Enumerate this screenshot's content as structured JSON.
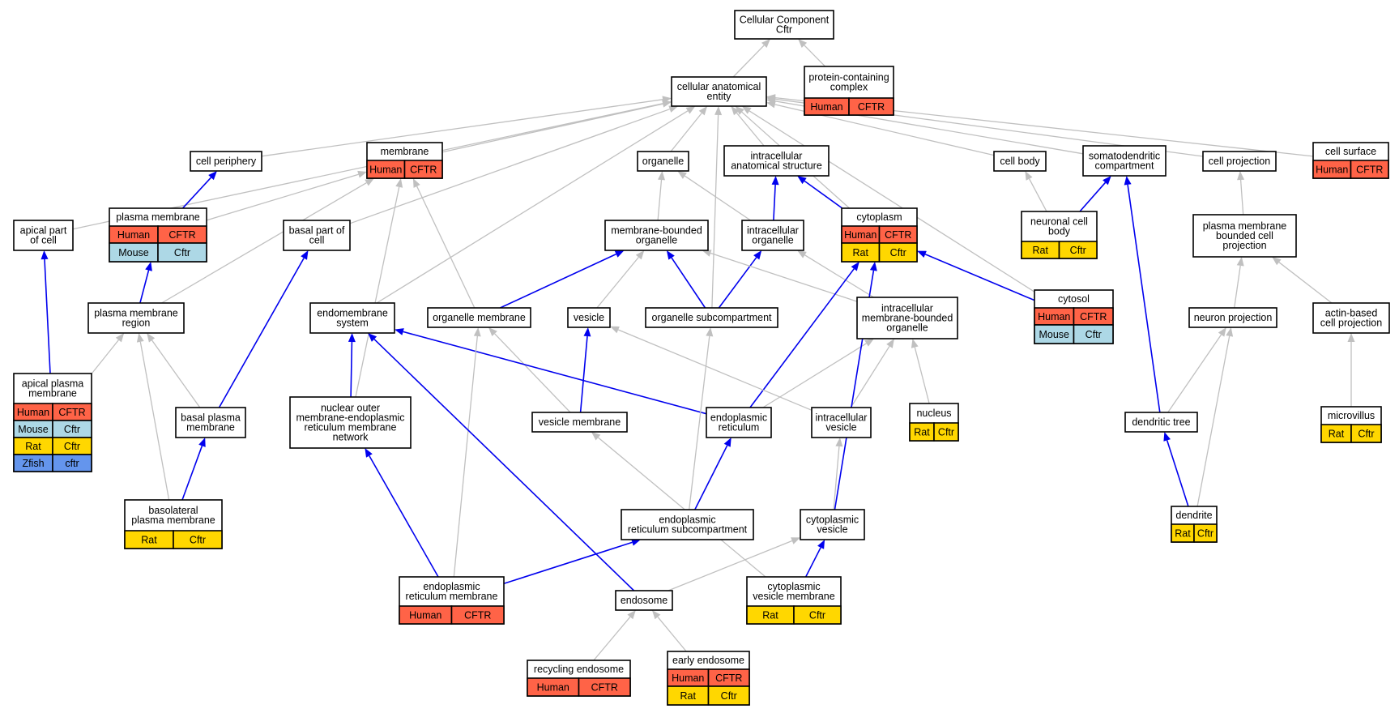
{
  "colors": {
    "Human": "#ff6347",
    "Mouse": "#add8e6",
    "Rat": "#ffd700",
    "Zfish": "#6495ed",
    "edge_gray": "#c0c0c0",
    "edge_blue": "#0000ee"
  },
  "nodes": [
    {
      "id": "root",
      "lines": [
        "Cellular Component",
        "Cftr"
      ],
      "rows": []
    },
    {
      "id": "pcc",
      "lines": [
        "protein-containing",
        "complex"
      ],
      "rows": [
        [
          "Human",
          "CFTR"
        ]
      ]
    },
    {
      "id": "cae",
      "lines": [
        "cellular anatomical",
        "entity"
      ],
      "rows": []
    },
    {
      "id": "cellperiph",
      "lines": [
        "cell periphery"
      ],
      "rows": []
    },
    {
      "id": "membrane",
      "lines": [
        "membrane"
      ],
      "rows": [
        [
          "Human",
          "CFTR"
        ]
      ]
    },
    {
      "id": "organelle",
      "lines": [
        "organelle"
      ],
      "rows": []
    },
    {
      "id": "ias",
      "lines": [
        "intracellular",
        "anatomical structure"
      ],
      "rows": []
    },
    {
      "id": "cellbody",
      "lines": [
        "cell body"
      ],
      "rows": []
    },
    {
      "id": "somato",
      "lines": [
        "somatodendritic",
        "compartment"
      ],
      "rows": []
    },
    {
      "id": "cellproj",
      "lines": [
        "cell projection"
      ],
      "rows": []
    },
    {
      "id": "cellsurf",
      "lines": [
        "cell surface"
      ],
      "rows": [
        [
          "Human",
          "CFTR"
        ]
      ]
    },
    {
      "id": "apicalpart",
      "lines": [
        "apical part",
        "of cell"
      ],
      "rows": []
    },
    {
      "id": "pm",
      "lines": [
        "plasma membrane"
      ],
      "rows": [
        [
          "Human",
          "CFTR"
        ],
        [
          "Mouse",
          "Cftr"
        ]
      ]
    },
    {
      "id": "basalpart",
      "lines": [
        "basal part of",
        "cell"
      ],
      "rows": []
    },
    {
      "id": "mbo",
      "lines": [
        "membrane-bounded",
        "organelle"
      ],
      "rows": []
    },
    {
      "id": "io",
      "lines": [
        "intracellular",
        "organelle"
      ],
      "rows": []
    },
    {
      "id": "cytoplasm",
      "lines": [
        "cytoplasm"
      ],
      "rows": [
        [
          "Human",
          "CFTR"
        ],
        [
          "Rat",
          "Cftr"
        ]
      ]
    },
    {
      "id": "ncb",
      "lines": [
        "neuronal cell",
        "body"
      ],
      "rows": [
        [
          "Rat",
          "Cftr"
        ]
      ]
    },
    {
      "id": "pmbcp",
      "lines": [
        "plasma membrane",
        "bounded cell",
        "projection"
      ],
      "rows": []
    },
    {
      "id": "pmr",
      "lines": [
        "plasma membrane",
        "region"
      ],
      "rows": []
    },
    {
      "id": "endosys",
      "lines": [
        "endomembrane",
        "system"
      ],
      "rows": []
    },
    {
      "id": "orgmem",
      "lines": [
        "organelle membrane"
      ],
      "rows": []
    },
    {
      "id": "vesicle",
      "lines": [
        "vesicle"
      ],
      "rows": []
    },
    {
      "id": "orgsub",
      "lines": [
        "organelle subcompartment"
      ],
      "rows": []
    },
    {
      "id": "imbo",
      "lines": [
        "intracellular",
        "membrane-bounded",
        "organelle"
      ],
      "rows": []
    },
    {
      "id": "cytosol",
      "lines": [
        "cytosol"
      ],
      "rows": [
        [
          "Human",
          "CFTR"
        ],
        [
          "Mouse",
          "Cftr"
        ]
      ]
    },
    {
      "id": "neuronproj",
      "lines": [
        "neuron projection"
      ],
      "rows": []
    },
    {
      "id": "actin",
      "lines": [
        "actin-based",
        "cell projection"
      ],
      "rows": []
    },
    {
      "id": "apm",
      "lines": [
        "apical plasma",
        "membrane"
      ],
      "rows": [
        [
          "Human",
          "CFTR"
        ],
        [
          "Mouse",
          "Cftr"
        ],
        [
          "Rat",
          "Cftr"
        ],
        [
          "Zfish",
          "cftr"
        ]
      ]
    },
    {
      "id": "bpm",
      "lines": [
        "basal plasma",
        "membrane"
      ],
      "rows": []
    },
    {
      "id": "nom",
      "lines": [
        "nuclear outer",
        "membrane-endoplasmic",
        "reticulum membrane",
        "network"
      ],
      "rows": []
    },
    {
      "id": "vesmem",
      "lines": [
        "vesicle membrane"
      ],
      "rows": []
    },
    {
      "id": "er",
      "lines": [
        "endoplasmic",
        "reticulum"
      ],
      "rows": []
    },
    {
      "id": "iv",
      "lines": [
        "intracellular",
        "vesicle"
      ],
      "rows": []
    },
    {
      "id": "nucleus",
      "lines": [
        "nucleus"
      ],
      "rows": [
        [
          "Rat",
          "Cftr"
        ]
      ]
    },
    {
      "id": "dendtree",
      "lines": [
        "dendritic tree"
      ],
      "rows": []
    },
    {
      "id": "microvillus",
      "lines": [
        "microvillus"
      ],
      "rows": [
        [
          "Rat",
          "Cftr"
        ]
      ]
    },
    {
      "id": "blpm",
      "lines": [
        "basolateral",
        "plasma membrane"
      ],
      "rows": [
        [
          "Rat",
          "Cftr"
        ]
      ]
    },
    {
      "id": "ersub",
      "lines": [
        "endoplasmic",
        "reticulum subcompartment"
      ],
      "rows": []
    },
    {
      "id": "cytves",
      "lines": [
        "cytoplasmic",
        "vesicle"
      ],
      "rows": []
    },
    {
      "id": "dendrite",
      "lines": [
        "dendrite"
      ],
      "rows": [
        [
          "Rat",
          "Cftr"
        ]
      ]
    },
    {
      "id": "ermem",
      "lines": [
        "endoplasmic",
        "reticulum membrane"
      ],
      "rows": [
        [
          "Human",
          "CFTR"
        ]
      ]
    },
    {
      "id": "endosome",
      "lines": [
        "endosome"
      ],
      "rows": []
    },
    {
      "id": "cvm",
      "lines": [
        "cytoplasmic",
        "vesicle membrane"
      ],
      "rows": [
        [
          "Rat",
          "Cftr"
        ]
      ]
    },
    {
      "id": "recycling",
      "lines": [
        "recycling endosome"
      ],
      "rows": [
        [
          "Human",
          "CFTR"
        ]
      ]
    },
    {
      "id": "early",
      "lines": [
        "early endosome"
      ],
      "rows": [
        [
          "Human",
          "CFTR"
        ],
        [
          "Rat",
          "Cftr"
        ]
      ]
    }
  ],
  "edges": [
    {
      "from": "cae",
      "to": "root",
      "kind": "is_a"
    },
    {
      "from": "pcc",
      "to": "root",
      "kind": "is_a"
    },
    {
      "from": "cellperiph",
      "to": "cae",
      "kind": "is_a"
    },
    {
      "from": "membrane",
      "to": "cae",
      "kind": "is_a"
    },
    {
      "from": "organelle",
      "to": "cae",
      "kind": "is_a"
    },
    {
      "from": "ias",
      "to": "cae",
      "kind": "is_a"
    },
    {
      "from": "cellbody",
      "to": "cae",
      "kind": "is_a"
    },
    {
      "from": "somato",
      "to": "cae",
      "kind": "is_a"
    },
    {
      "from": "cellproj",
      "to": "cae",
      "kind": "is_a"
    },
    {
      "from": "cellsurf",
      "to": "cae",
      "kind": "is_a"
    },
    {
      "from": "apicalpart",
      "to": "cae",
      "kind": "is_a"
    },
    {
      "from": "basalpart",
      "to": "cae",
      "kind": "is_a"
    },
    {
      "from": "cytoplasm",
      "to": "cae",
      "kind": "is_a"
    },
    {
      "from": "endosys",
      "to": "cae",
      "kind": "is_a"
    },
    {
      "from": "orgsub",
      "to": "cae",
      "kind": "is_a"
    },
    {
      "from": "cytosol",
      "to": "cae",
      "kind": "is_a"
    },
    {
      "from": "pm",
      "to": "cellperiph",
      "kind": "part_of"
    },
    {
      "from": "pm",
      "to": "membrane",
      "kind": "is_a"
    },
    {
      "from": "mbo",
      "to": "organelle",
      "kind": "is_a"
    },
    {
      "from": "io",
      "to": "organelle",
      "kind": "is_a"
    },
    {
      "from": "io",
      "to": "ias",
      "kind": "part_of"
    },
    {
      "from": "cytoplasm",
      "to": "ias",
      "kind": "part_of"
    },
    {
      "from": "ncb",
      "to": "cellbody",
      "kind": "is_a"
    },
    {
      "from": "ncb",
      "to": "somato",
      "kind": "part_of"
    },
    {
      "from": "pmbcp",
      "to": "cellproj",
      "kind": "is_a"
    },
    {
      "from": "apm",
      "to": "apicalpart",
      "kind": "part_of"
    },
    {
      "from": "pmr",
      "to": "pm",
      "kind": "part_of"
    },
    {
      "from": "pmr",
      "to": "membrane",
      "kind": "is_a"
    },
    {
      "from": "bpm",
      "to": "basalpart",
      "kind": "part_of"
    },
    {
      "from": "orgmem",
      "to": "membrane",
      "kind": "is_a"
    },
    {
      "from": "orgmem",
      "to": "mbo",
      "kind": "part_of"
    },
    {
      "from": "vesicle",
      "to": "mbo",
      "kind": "is_a"
    },
    {
      "from": "orgsub",
      "to": "mbo",
      "kind": "part_of"
    },
    {
      "from": "orgsub",
      "to": "io",
      "kind": "part_of"
    },
    {
      "from": "imbo",
      "to": "mbo",
      "kind": "is_a"
    },
    {
      "from": "imbo",
      "to": "io",
      "kind": "is_a"
    },
    {
      "from": "cytosol",
      "to": "cytoplasm",
      "kind": "part_of"
    },
    {
      "from": "neuronproj",
      "to": "pmbcp",
      "kind": "is_a"
    },
    {
      "from": "actin",
      "to": "pmbcp",
      "kind": "is_a"
    },
    {
      "from": "apm",
      "to": "pmr",
      "kind": "is_a"
    },
    {
      "from": "bpm",
      "to": "pmr",
      "kind": "is_a"
    },
    {
      "from": "blpm",
      "to": "pmr",
      "kind": "is_a"
    },
    {
      "from": "blpm",
      "to": "bpm",
      "kind": "part_of"
    },
    {
      "from": "nom",
      "to": "endosys",
      "kind": "part_of"
    },
    {
      "from": "nom",
      "to": "membrane",
      "kind": "is_a"
    },
    {
      "from": "vesmem",
      "to": "orgmem",
      "kind": "is_a"
    },
    {
      "from": "vesmem",
      "to": "vesicle",
      "kind": "part_of"
    },
    {
      "from": "er",
      "to": "endosys",
      "kind": "part_of"
    },
    {
      "from": "er",
      "to": "imbo",
      "kind": "is_a"
    },
    {
      "from": "er",
      "to": "cytoplasm",
      "kind": "part_of"
    },
    {
      "from": "iv",
      "to": "vesicle",
      "kind": "is_a"
    },
    {
      "from": "iv",
      "to": "imbo",
      "kind": "is_a"
    },
    {
      "from": "nucleus",
      "to": "imbo",
      "kind": "is_a"
    },
    {
      "from": "dendtree",
      "to": "somato",
      "kind": "part_of"
    },
    {
      "from": "dendtree",
      "to": "neuronproj",
      "kind": "is_a"
    },
    {
      "from": "microvillus",
      "to": "actin",
      "kind": "is_a"
    },
    {
      "from": "ersub",
      "to": "orgsub",
      "kind": "is_a"
    },
    {
      "from": "ersub",
      "to": "er",
      "kind": "part_of"
    },
    {
      "from": "cytves",
      "to": "iv",
      "kind": "is_a"
    },
    {
      "from": "cytves",
      "to": "cytoplasm",
      "kind": "part_of"
    },
    {
      "from": "dendrite",
      "to": "dendtree",
      "kind": "part_of"
    },
    {
      "from": "dendrite",
      "to": "neuronproj",
      "kind": "is_a"
    },
    {
      "from": "ermem",
      "to": "orgmem",
      "kind": "is_a"
    },
    {
      "from": "ermem",
      "to": "nom",
      "kind": "part_of"
    },
    {
      "from": "ermem",
      "to": "ersub",
      "kind": "part_of"
    },
    {
      "from": "endosome",
      "to": "endosys",
      "kind": "part_of"
    },
    {
      "from": "endosome",
      "to": "cytves",
      "kind": "is_a"
    },
    {
      "from": "cvm",
      "to": "vesmem",
      "kind": "is_a"
    },
    {
      "from": "cvm",
      "to": "cytves",
      "kind": "part_of"
    },
    {
      "from": "recycling",
      "to": "endosome",
      "kind": "is_a"
    },
    {
      "from": "early",
      "to": "endosome",
      "kind": "is_a"
    }
  ]
}
